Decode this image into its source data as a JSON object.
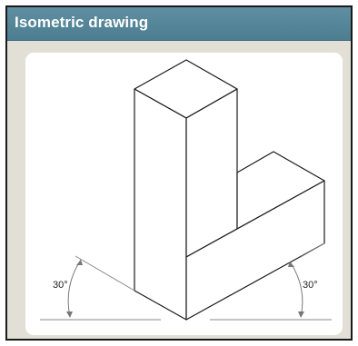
{
  "header": {
    "title": "Isometric drawing"
  },
  "drawing": {
    "left_angle_label": "30°",
    "right_angle_label": "30°"
  }
}
